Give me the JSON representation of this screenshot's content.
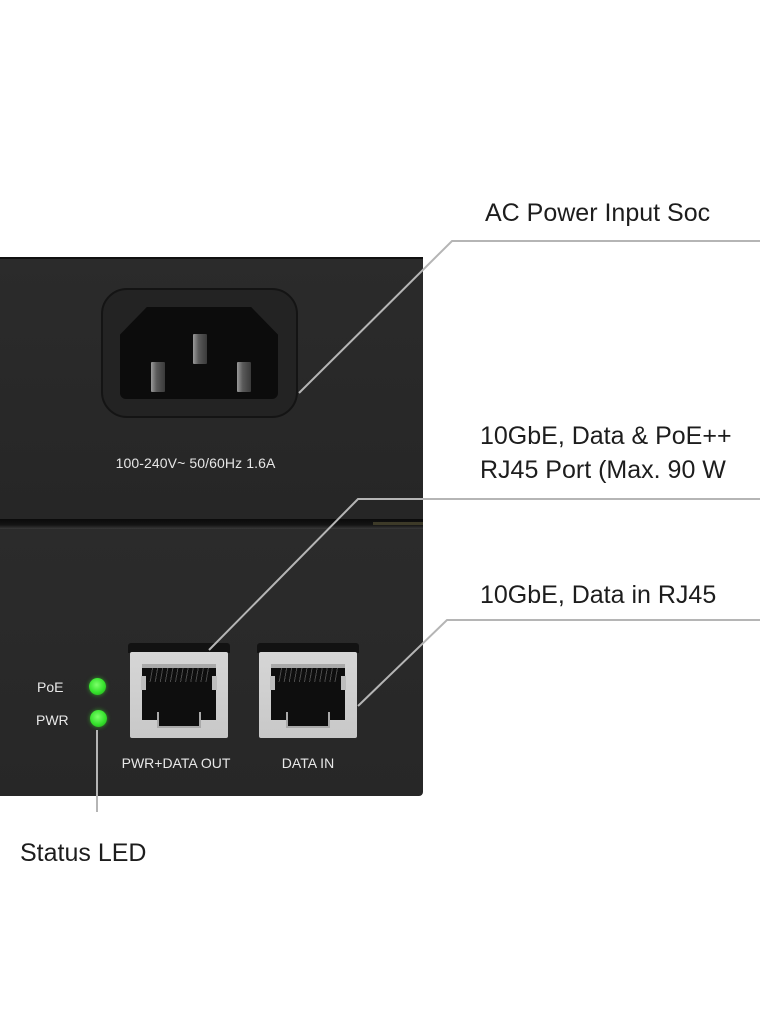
{
  "device": {
    "rating_label": "100-240V~ 50/60Hz 1.6A",
    "leds": [
      {
        "label": "PoE",
        "color": "#35e12c"
      },
      {
        "label": "PWR",
        "color": "#35e12c"
      }
    ],
    "ports": [
      {
        "label": "PWR+DATA OUT"
      },
      {
        "label": "DATA IN"
      }
    ],
    "body_color": "#2a2a2a"
  },
  "callouts": {
    "ac_input": "AC Power Input Soc",
    "poe_out_line1": "10GbE, Data & PoE++",
    "poe_out_line2": "RJ45 Port (Max. 90 W",
    "data_in": "10GbE, Data in RJ45",
    "status_led": "Status LED"
  },
  "colors": {
    "leader_line": "#b5b5b5",
    "callout_text": "#1d1d1d",
    "led_green": "#35e12c"
  }
}
